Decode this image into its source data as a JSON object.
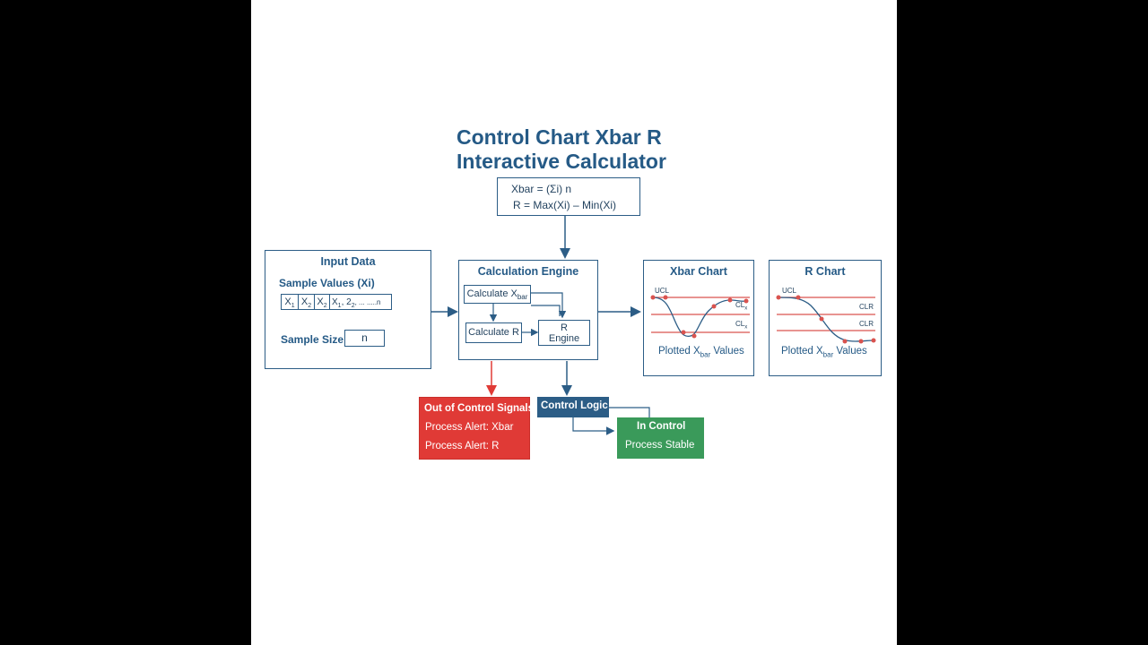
{
  "title": {
    "line1": "Control Chart Xbar R",
    "line2": "Interactive Calculator"
  },
  "formula": {
    "line1": "Xbar = (Σi)  n",
    "line2": "R = Max(Xi) – Min(Xi)"
  },
  "input": {
    "title": "Input Data",
    "sample_label": "Sample Values (Xi)",
    "cells": [
      "X",
      "X",
      "X",
      "X"
    ],
    "cell_subs": [
      "1",
      "2",
      "2",
      ""
    ],
    "cell_tail": "1, 2",
    "cell_tail_sub": "2",
    "cell_ellipsis": ", ... .....n",
    "size_label": "Sample Size",
    "size_value": "n"
  },
  "engine": {
    "title": "Calculation Engine",
    "calc_xbar": "Calculate X",
    "calc_xbar_sub": "bar",
    "calc_r": "Calculate R",
    "r_engine_line1": "R",
    "r_engine_line2": "Engine"
  },
  "xbar_chart": {
    "title": "Xbar Chart",
    "ucl": "UCL",
    "cl_a": "CL",
    "cl_a_sub": "x",
    "cl_b": "CL",
    "cl_b_sub": "x",
    "caption_pre": "Plotted X",
    "caption_sub": "bar",
    "caption_post": " Values"
  },
  "r_chart": {
    "title": "R Chart",
    "ucl": "UCL",
    "clr_a": "CLR",
    "clr_b": "CLR",
    "caption_pre": "Plotted X",
    "caption_sub": "bar",
    "caption_post": " Values"
  },
  "out_of_control": {
    "title": "Out of Control Signals",
    "alert_xbar": "Process Alert: Xbar",
    "alert_r": "Process Alert: R"
  },
  "control_logic": {
    "title": "Control Logic"
  },
  "in_control": {
    "title": "In Control",
    "status": "Process Stable"
  },
  "colors": {
    "primary": "#2c5d86",
    "title": "#255a86",
    "alert": "#e03a36",
    "ok": "#3a9a5a",
    "limit_line": "#d9534f"
  }
}
